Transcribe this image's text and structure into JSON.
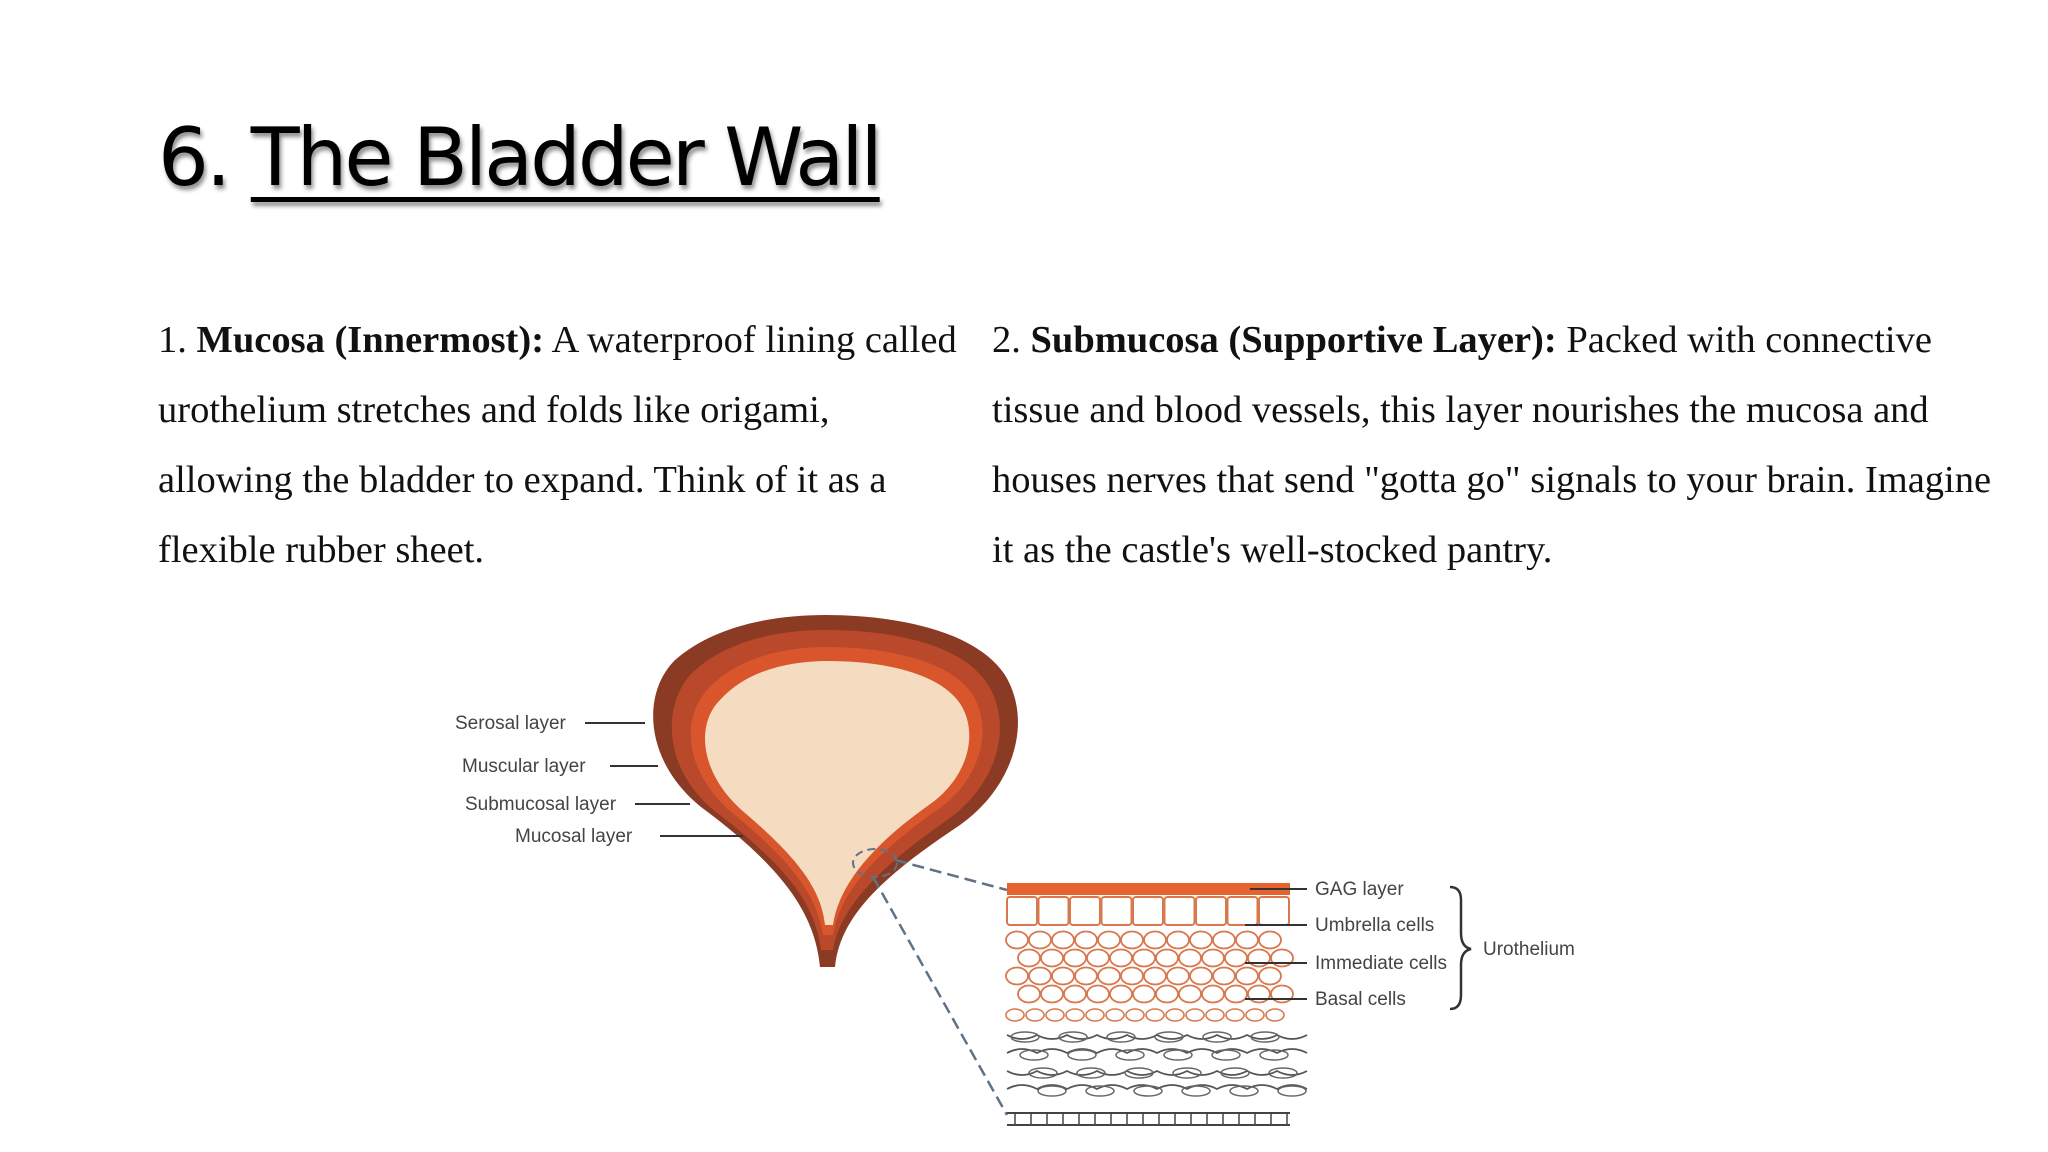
{
  "slide": {
    "title_number": "6.",
    "title_text": "The Bladder Wall"
  },
  "left_paragraph": {
    "number": "1.",
    "heading": "Mucosa (Innermost):",
    "body": "A waterproof lining called urothelium stretches and folds like origami, allowing the bladder to expand. Think of it as a flexible rubber sheet."
  },
  "right_paragraph": {
    "number": "2.",
    "heading": "Submucosa (Supportive Layer):",
    "body": "Packed with connective tissue and blood vessels, this layer nourishes the mucosa and houses nerves that send \"gotta go\" signals to your brain. Imagine it as the castle's well-stocked pantry."
  },
  "diagram": {
    "bladder_labels": [
      "Serosal layer",
      "Muscular layer",
      "Submucosal layer",
      "Mucosal layer"
    ],
    "detail_labels": [
      "GAG layer",
      "Umbrella cells",
      "Immediate cells",
      "Basal cells"
    ],
    "group_label": "Urothelium",
    "colors": {
      "serosal": "#8b3a24",
      "muscular": "#b9492a",
      "submucosal": "#d9562d",
      "lumen": "#f5dcc0",
      "gag": "#e8622e",
      "cell_outline": "#d9784d"
    }
  }
}
